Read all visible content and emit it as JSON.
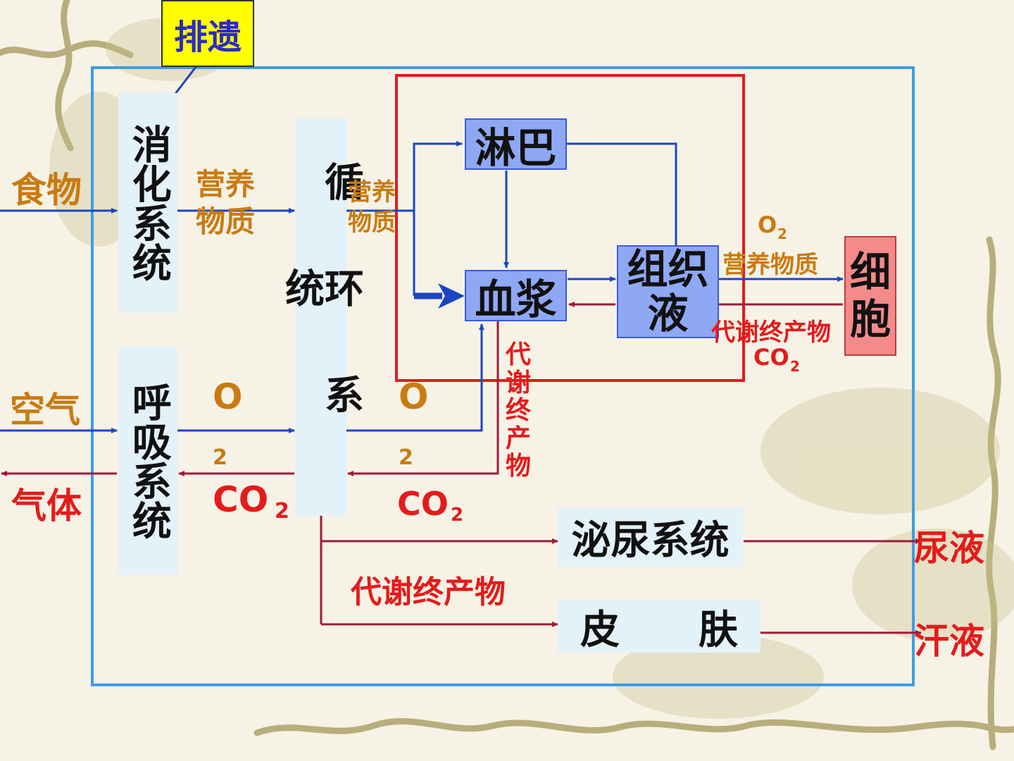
{
  "colors": {
    "blue_line": "#1b45c4",
    "red_line": "#9e1a3c",
    "outer_frame": "#3f9be6",
    "inner_frame": "#e31b1b",
    "node_blue": "#8fa8f4",
    "cell_fill": "#f48a8a",
    "excrete_fill": "#ffff00",
    "label_orange": "#c97b12",
    "label_red": "#e41b1b"
  },
  "diagram": {
    "boxes": {
      "excrete": "排遗",
      "digestive": "消化系统",
      "respiratory": "呼吸系统",
      "circulatory": "循环系统",
      "lymph": "淋巴",
      "plasma": "血浆",
      "tissue_fluid": "组织液",
      "cell": "细胞",
      "urinary": "泌尿系统",
      "skin": "皮　　肤"
    },
    "inputs": {
      "food": "食物",
      "air": "空气",
      "gas_out": "气体",
      "urine": "尿液",
      "sweat": "汗液"
    },
    "labels": {
      "nutrients_1": "营养物质",
      "nutrients_2": "营养物质",
      "o2_left_main": "O",
      "o2_left_sub": "2",
      "co2_left_main": "CO",
      "co2_left_sub": "2",
      "o2_mid_main": "O",
      "o2_mid_sub": "2",
      "co2_mid_main": "CO",
      "co2_mid_sub": "2",
      "metabolic_vertical": "代谢终产物",
      "o2_cell_main": "O",
      "o2_cell_sub": "2",
      "nutrients_cell": "营养物质",
      "metabolic_cell": "代谢终产物",
      "co2_cell_main": "CO",
      "co2_cell_sub": "2",
      "metabolic_bottom": "代谢终产物"
    }
  }
}
